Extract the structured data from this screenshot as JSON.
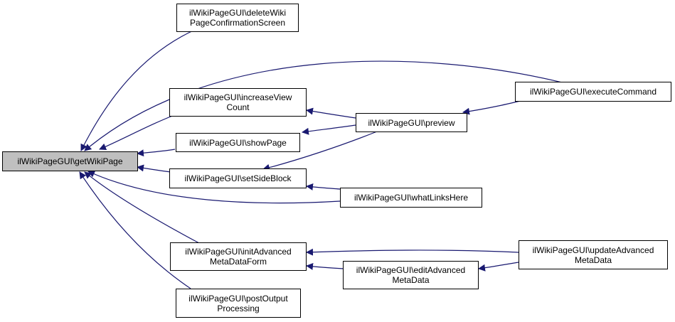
{
  "colors": {
    "edge": "#191970",
    "focus_fill": "#bfbfbf",
    "node_border": "#000000"
  },
  "nodes": {
    "getWikiPage": {
      "lines": [
        "ilWikiPageGUI\\getWikiPage"
      ]
    },
    "deleteWiki": {
      "lines": [
        "ilWikiPageGUI\\deleteWiki",
        "PageConfirmationScreen"
      ]
    },
    "increaseView": {
      "lines": [
        "ilWikiPageGUI\\increaseView",
        "Count"
      ]
    },
    "showPage": {
      "lines": [
        "ilWikiPageGUI\\showPage"
      ]
    },
    "setSideBlock": {
      "lines": [
        "ilWikiPageGUI\\setSideBlock"
      ]
    },
    "initAdvanced": {
      "lines": [
        "ilWikiPageGUI\\initAdvanced",
        "MetaDataForm"
      ]
    },
    "postOutput": {
      "lines": [
        "ilWikiPageGUI\\postOutput",
        "Processing"
      ]
    },
    "preview": {
      "lines": [
        "ilWikiPageGUI\\preview"
      ]
    },
    "whatLinksHere": {
      "lines": [
        "ilWikiPageGUI\\whatLinksHere"
      ]
    },
    "editAdvanced": {
      "lines": [
        "ilWikiPageGUI\\editAdvanced",
        "MetaData"
      ]
    },
    "executeCommand": {
      "lines": [
        "ilWikiPageGUI\\executeCommand"
      ]
    },
    "updateAdvanced": {
      "lines": [
        "ilWikiPageGUI\\updateAdvanced",
        "MetaData"
      ]
    }
  }
}
